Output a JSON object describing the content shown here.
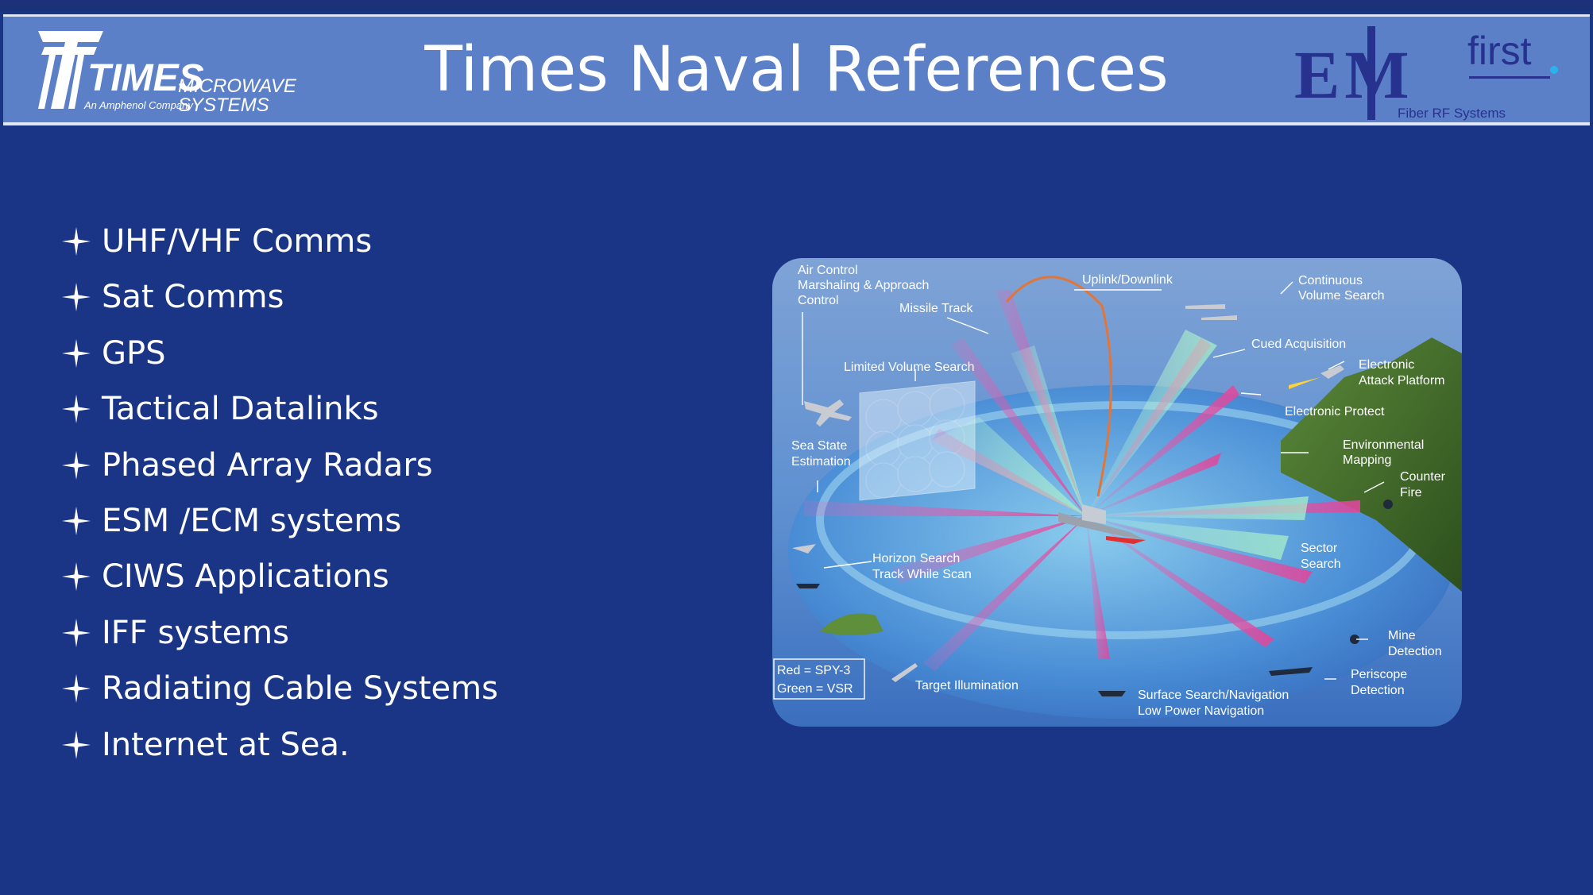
{
  "header": {
    "title": "Times Naval References",
    "times_logo": {
      "word": "TIMES",
      "sub": "MICROWAVE SYSTEMS",
      "tagline": "An Amphenol Company"
    },
    "em_logo": {
      "word": "EM",
      "sup": "first",
      "sub": "Fiber RF Systems"
    }
  },
  "bullets": [
    "UHF/VHF Comms",
    "Sat Comms",
    "GPS",
    "Tactical Datalinks",
    "Phased Array Radars",
    "ESM /ECM systems",
    "CIWS Applications",
    "IFF systems",
    "Radiating Cable Systems",
    "Internet at Sea."
  ],
  "diagram": {
    "labels": {
      "air_control_1": "Air Control",
      "air_control_2": "Marshaling & Approach",
      "air_control_3": "Control",
      "missile_track": "Missile Track",
      "uplink": "Uplink/Downlink",
      "continuous_1": "Continuous",
      "continuous_2": "Volume Search",
      "cued": "Cued Acquisition",
      "limited": "Limited Volume Search",
      "ea_1": "Electronic",
      "ea_2": "Attack Platform",
      "ep": "Electronic Protect",
      "env_1": "Environmental",
      "env_2": "Mapping",
      "sea_state_1": "Sea State",
      "sea_state_2": "Estimation",
      "counter_1": "Counter",
      "counter_2": "Fire",
      "horizon_1": "Horizon Search",
      "horizon_2": "Track While Scan",
      "sector_1": "Sector",
      "sector_2": "Search",
      "mine_1": "Mine",
      "mine_2": "Detection",
      "periscope_1": "Periscope",
      "periscope_2": "Detection",
      "target": "Target Illumination",
      "surface_1": "Surface Search/Navigation",
      "surface_2": "Low Power Navigation",
      "legend_1": "Red = SPY-3",
      "legend_2": "Green = VSR"
    }
  },
  "colors": {
    "background": "#1a3585",
    "header": "#5b80c8",
    "logo_em": "#27318e",
    "beam_red": "#e0479b",
    "beam_green": "#a8f0c8",
    "sea": "#3f86d2"
  }
}
